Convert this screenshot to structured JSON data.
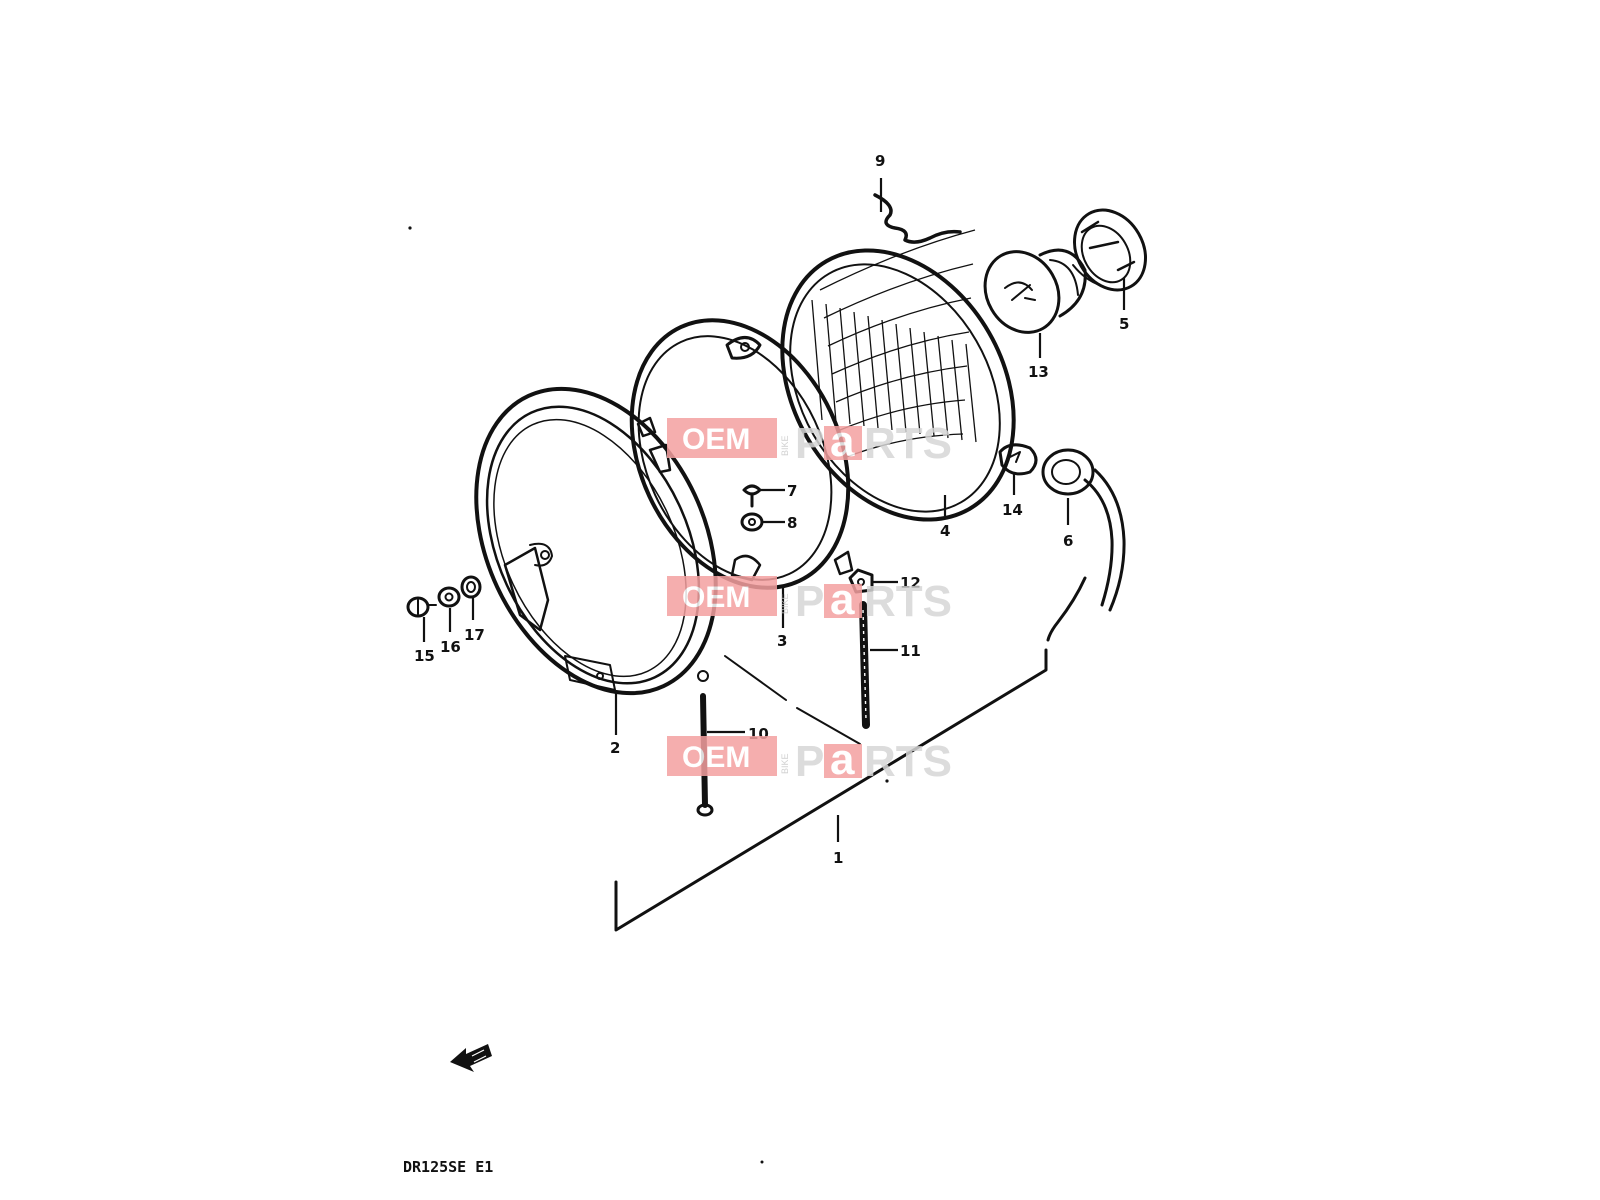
{
  "diagram": {
    "model_code": "DR125SE E1",
    "part_labels": [
      "1",
      "2",
      "3",
      "4",
      "5",
      "6",
      "7",
      "8",
      "9",
      "10",
      "11",
      "12",
      "13",
      "14",
      "15",
      "16",
      "17"
    ],
    "watermark": {
      "oem": "OEM",
      "bike": "BIKE",
      "parts_p": "P",
      "parts_a": "a",
      "parts_rest": "RTS"
    },
    "colors": {
      "ink": "#111111",
      "watermark_red": "#f4a0a0",
      "watermark_gray": "#d6d6d6"
    }
  }
}
